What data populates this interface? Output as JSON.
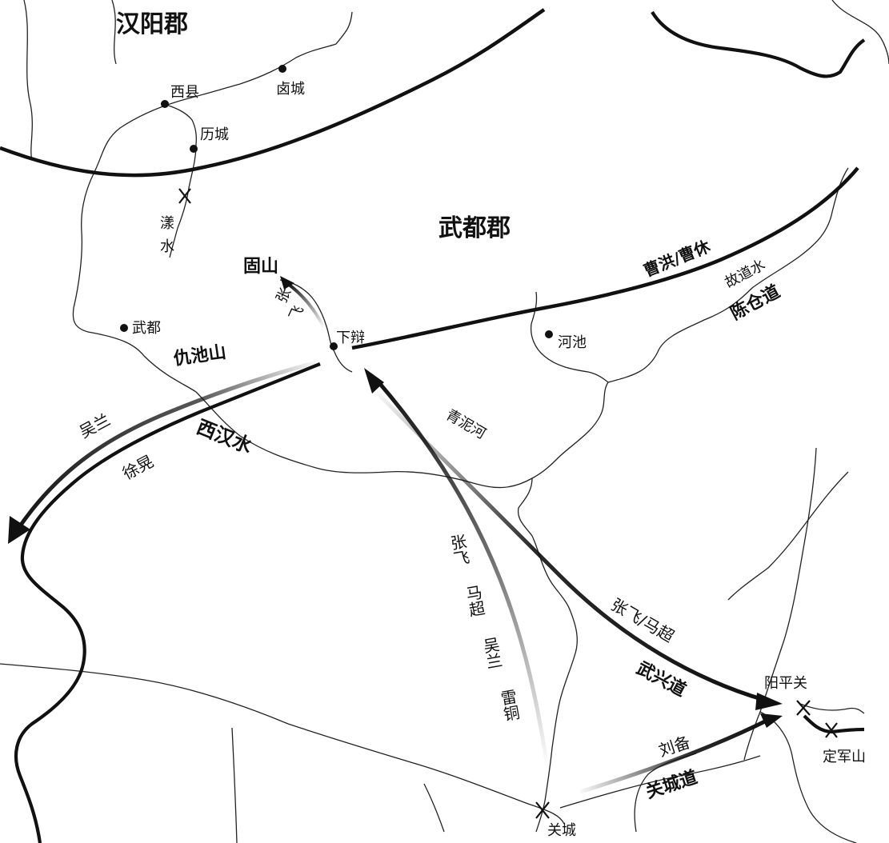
{
  "map": {
    "regions": {
      "hanyang": "汉阳郡",
      "wudu_jun": "武都郡"
    },
    "cities": {
      "xixian": "西县",
      "lucheng": "卤城",
      "licheng": "历城",
      "wudu": "武都",
      "xiabian": "下辩",
      "hechi": "河池",
      "yangpingguan": "阳平关",
      "guancheng": "关城",
      "dingjunshan": "定军山",
      "gushan": "固山"
    },
    "rivers": {
      "yangshui_1": "漾",
      "yangshui_2": "水",
      "xihanshui": "西汉水",
      "qingnihe": "青泥河",
      "gudaoshui": "故道水"
    },
    "mountains": {
      "qiuchishan": "仇池山"
    },
    "roads": {
      "chencangdao": "陈仓道",
      "wuxingdao": "武兴道",
      "guanchengdao": "关城道"
    },
    "forces": {
      "caohong_caoxiu": "曹洪/曹休",
      "zhangfei_machao": "张飞/马超",
      "wulan": "吴兰",
      "xuhuang": "徐晃",
      "liubei": "刘备",
      "zhangfei_short_1": "张",
      "zhangfei_short_2": "飞",
      "column_1": "张飞",
      "column_2": "马超",
      "column_3": "吴兰",
      "column_4": "雷铜"
    },
    "colors": {
      "ink": "#111111",
      "background": "#ffffff"
    }
  }
}
